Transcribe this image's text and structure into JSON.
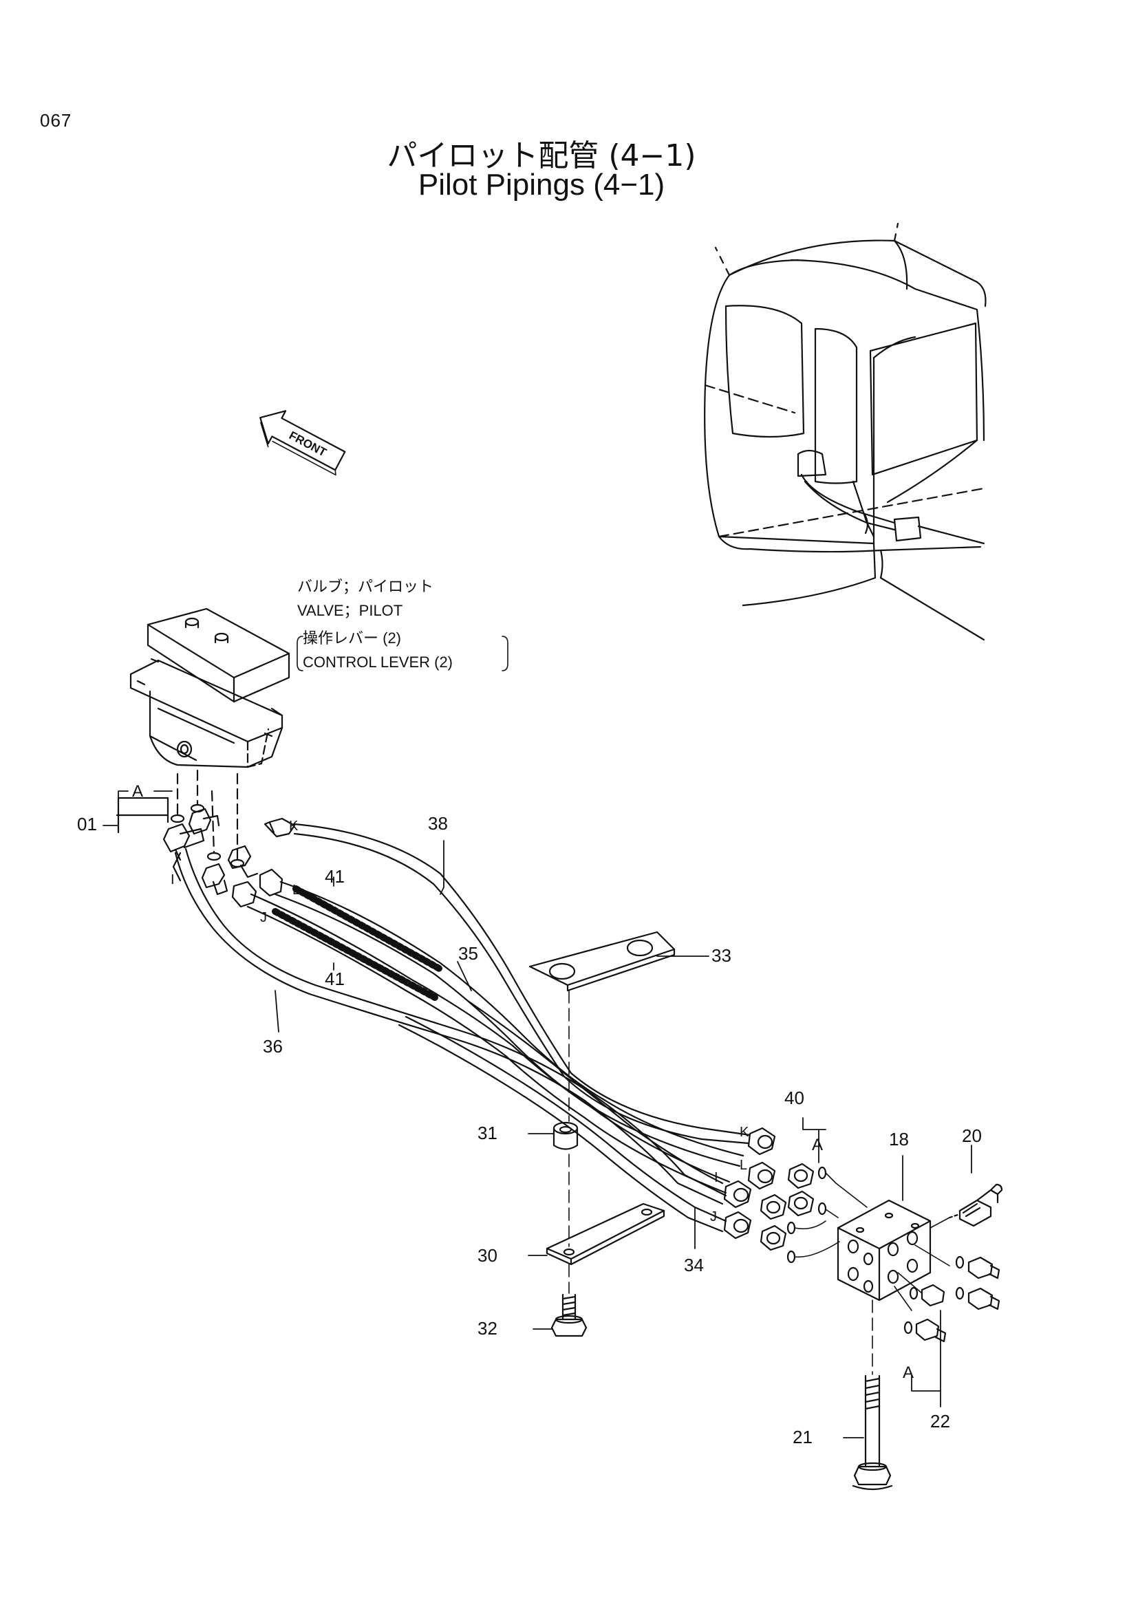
{
  "page": {
    "number": "067",
    "title_jp": "パイロット配管 (4−1)",
    "title_en": "Pilot Pipings (4−1)"
  },
  "front_arrow": {
    "label": "FRONT"
  },
  "valve_label": {
    "line1": "バルブ；パイロット",
    "line2": "VALVE；PILOT",
    "line3": "操作レバー (2)",
    "line4": "CONTROL  LEVER (2)"
  },
  "part_numbers": {
    "p01": "01",
    "p18": "18",
    "p20": "20",
    "p21": "21",
    "p22": "22",
    "p30": "30",
    "p31": "31",
    "p32": "32",
    "p33": "33",
    "p34": "34",
    "p35": "35",
    "p36": "36",
    "p38": "38",
    "p40": "40",
    "p41a": "41",
    "p41b": "41"
  },
  "port_letters": {
    "a_left": "A",
    "a_right": "A",
    "a_bottom": "A",
    "i_left": "I",
    "j_left": "J",
    "k_left": "K",
    "l_left": "L",
    "k_right": "K",
    "l_right": "L",
    "i_right": "I",
    "j_right": "J"
  }
}
